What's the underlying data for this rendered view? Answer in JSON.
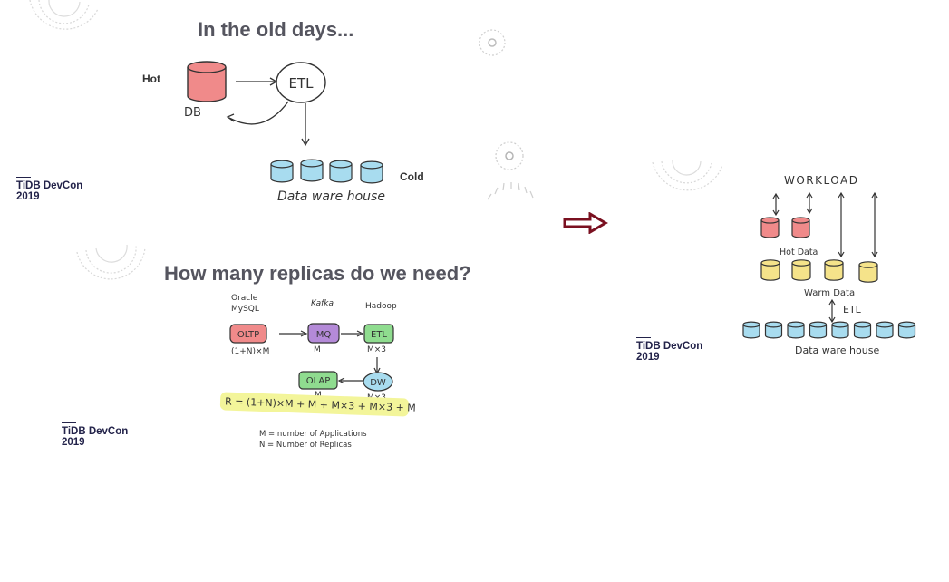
{
  "slide1": {
    "title": "In the old days...",
    "hot_label": "Hot",
    "db_label": "DB",
    "etl_label": "ETL",
    "cold_label": "Cold",
    "dw_label": "Data ware house",
    "brand_name": "TiDB DevCon",
    "brand_year": "2019",
    "colors": {
      "db": "#f08a8a",
      "dw": "#a8dcef"
    }
  },
  "slide2": {
    "title": "How many replicas do we need?",
    "oracle_label": "Oracle",
    "mysql_label": "MySQL",
    "kafka_label": "Kafka",
    "hadoop_label": "Hadoop",
    "oltp_label": "OLTP",
    "mq_label": "MQ",
    "etl_label": "ETL",
    "dw_label": "DW",
    "olap_label": "OLAP",
    "oltp_count": "(1+N)×M",
    "mq_count": "M",
    "etl_count": "M×3",
    "dw_count": "M×3",
    "olap_count": "M",
    "formula": "R = (1+N)×M + M + M×3 + M×3 + M",
    "note_m": "M = number of Applications",
    "note_n": "N = Number of Replicas",
    "brand_name": "TiDB DevCon",
    "brand_year": "2019",
    "colors": {
      "oltp": "#f08a8a",
      "mq": "#b48ad8",
      "etl": "#8fdc8f",
      "dw": "#a8dcef",
      "olap": "#8fdc8f",
      "highlight": "#f3f59a"
    }
  },
  "arrow": {
    "icon": "hollow-right-arrow-icon",
    "color": "#7a1020"
  },
  "slide3": {
    "workload_label": "WORKLOAD",
    "hot_label": "Hot Data",
    "warm_label": "Warm Data",
    "etl_label": "ETL",
    "dw_label": "Data ware house",
    "brand_name": "TiDB DevCon",
    "brand_year": "2019",
    "colors": {
      "hot": "#f08a8a",
      "warm": "#f5e38a",
      "cold": "#a8dcef"
    }
  }
}
